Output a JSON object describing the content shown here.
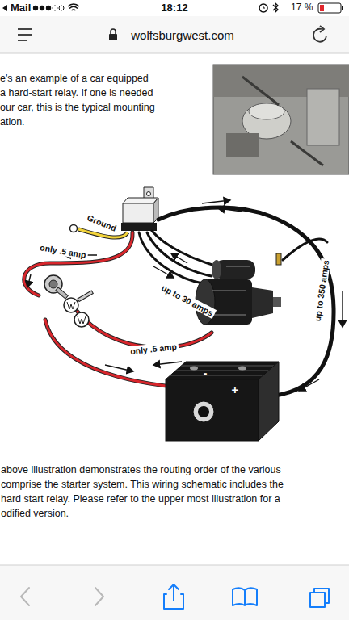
{
  "diagram": {
    "labels": [
      "Mail",
      "18:12",
      "17 %",
      "wolfsburgwest.com",
      "e's an example of a car equipped",
      "a hard-start relay. If one is needed",
      "our car, this is the typical mounting",
      "ation.",
      "Ground",
      "only .5 amp",
      "up to 30 amps",
      "only .5 amp",
      "up to 350 amps",
      "-",
      "+",
      "above illustration demonstrates the routing order of the various",
      "comprise the starter system. This wiring schematic includes the",
      "hard start relay. Please refer to the upper most illustration for a",
      "odified version."
    ]
  }
}
